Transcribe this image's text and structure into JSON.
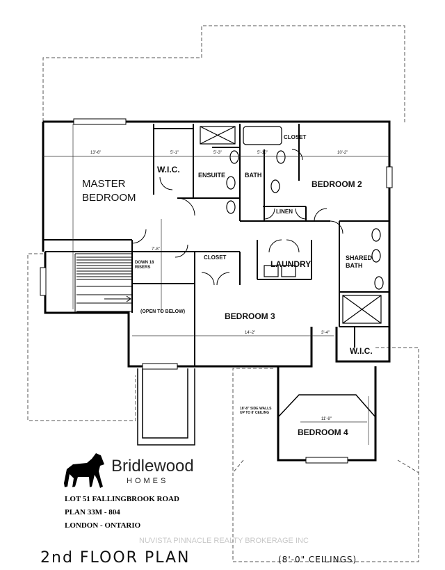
{
  "rooms": {
    "master_bedroom": "MASTER BEDROOM",
    "wic_master": "W.I.C.",
    "ensuite": "ENSUITE",
    "bath": "BATH",
    "closet_top": "CLOSET",
    "bedroom2": "BEDROOM 2",
    "linen": "LINEN",
    "laundry": "LAUNDRY",
    "closet_mid": "CLOSET",
    "shared_bath": "SHARED BATH",
    "bedroom3": "BEDROOM 3",
    "wic_b3": "W.I.C.",
    "bedroom4": "BEDROOM 4"
  },
  "notes": {
    "down_risers": "DOWN 18 RISERS",
    "open_to_below": "(OPEN TO BELOW)",
    "side_walls": "18'-8\" SIDE WALLS UP TO 8' CEILING"
  },
  "dimensions": {
    "master_width": "13'-6\"",
    "wic_width": "5'-1\"",
    "ensuite_width": "5'-3\"",
    "bath_width": "5'-10\"",
    "bedroom2_width": "10'-2\"",
    "bedroom3_width": "14'-2\"",
    "bedroom3_side": "3'-4\"",
    "bedroom4_width": "11'-8\"",
    "hall_width": "7'-8\""
  },
  "branding": {
    "brand_name": "Bridlewood",
    "brand_sub": "HOMES",
    "logo_icon": "horse-icon"
  },
  "lot_info": {
    "line1": "LOT  51 FALLINGBROOK ROAD",
    "line2": "PLAN  33M  -  804",
    "line3": "LONDON  -  ONTARIO"
  },
  "footer": {
    "title": "2nd FLOOR PLAN",
    "ceilings": "(8'-0\" CEILINGS)",
    "watermark": "NUVISTA PINNACLE REALTY BROKERAGE INC"
  }
}
